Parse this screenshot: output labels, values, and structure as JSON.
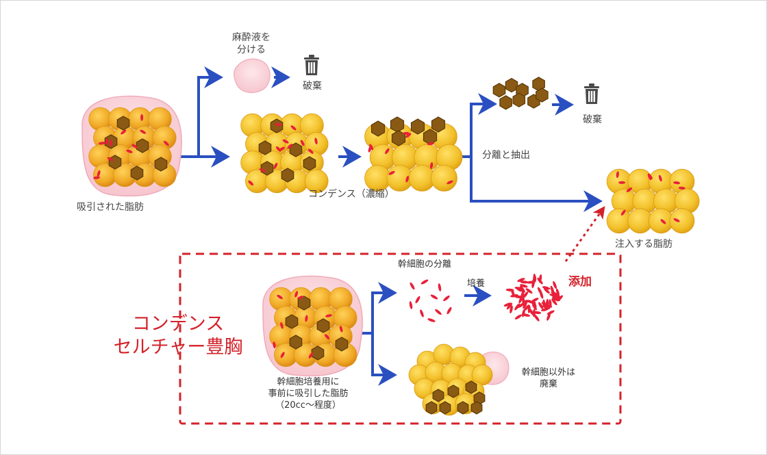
{
  "diagram": {
    "title": "コンデンスセルチャー豊胸 process diagram",
    "colors": {
      "arrow": "#2a4fc0",
      "highlight": "#d3222a",
      "fat_cell": "#f2c02a",
      "fat_cell_edge": "#d99a1a",
      "stem_cell": "#e8203a",
      "hex_cell": "#8a5a14",
      "fluid": "#f8d6dc",
      "trash": "#4a4a4a"
    },
    "top_flow": {
      "source_label": "吸引された脂肪",
      "anesthetic_label_line1": "麻酔液を",
      "anesthetic_label_line2": "分ける",
      "discard_label_1": "破棄",
      "condense_label": "コンデンス（濃縮）",
      "separate_label": "分離と抽出",
      "discard_label_2": "破棄",
      "inject_label": "注入する脂肪"
    },
    "culture_box": {
      "title_line1": "コンデンス",
      "title_line2": "セルチャー豊胸",
      "source_label_line1": "幹細胞培養用に",
      "source_label_line2": "事前に吸引した脂肪",
      "source_label_line3": "（20cc〜程度）",
      "stem_separation_label": "幹細胞の分離",
      "culture_label": "培養",
      "add_label": "添加",
      "discard_other_line1": "幹細胞以外は",
      "discard_other_line2": "廃棄"
    }
  }
}
